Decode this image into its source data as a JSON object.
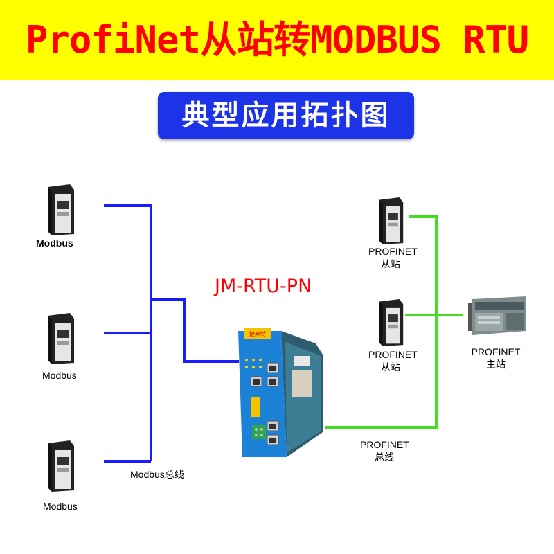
{
  "header": {
    "title": "ProfiNet从站转MODBUS RTU",
    "subtitle": "典型应用拓扑图"
  },
  "gateway": {
    "model": "JM-RTU-PN",
    "brand_label": "捷米特"
  },
  "modbus_devices": [
    {
      "label": "Modbus"
    },
    {
      "label": "Modbus"
    },
    {
      "label": "Modbus"
    }
  ],
  "modbus_bus_label": "Modbus总线",
  "profinet_slaves": [
    {
      "line1": "PROFINET",
      "line2": "从站"
    },
    {
      "line1": "PROFINET",
      "line2": "从站"
    }
  ],
  "profinet_master": {
    "line1": "PROFINET",
    "line2": "主站"
  },
  "profinet_bus": {
    "line1": "PROFINET",
    "line2": "总线"
  },
  "colors": {
    "banner_bg": "#ffff00",
    "title_red": "#ff0000",
    "subtitle_bg": "#1d33e8",
    "modbus_wire": "#1a1aff",
    "profinet_wire": "#44dd22"
  }
}
